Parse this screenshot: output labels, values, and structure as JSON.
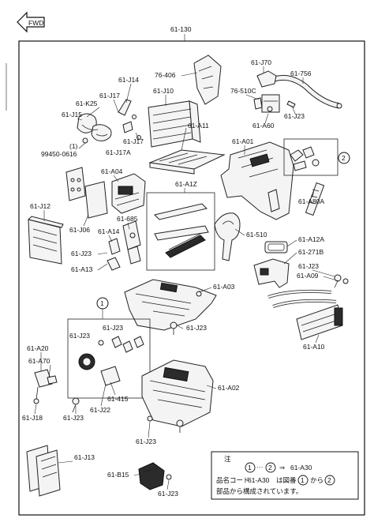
{
  "header": {
    "fwd_label": "FWD",
    "main_assembly": "61-130"
  },
  "labels": {
    "l_61j70": "61-J70",
    "l_61756": "61-756",
    "l_76406": "76-406",
    "l_61j14": "61-J14",
    "l_61j10": "61-J10",
    "l_61j17a": "61-J17",
    "l_61k25": "61-K25",
    "l_61j15": "61-J15",
    "l_61j17b": "61-J17",
    "l_61j17c": "61-J17A",
    "l_note1": "(1)",
    "l_99450": "99450-0616",
    "l_76510c": "76-510C",
    "l_61j23a": "61-J23",
    "l_61a60": "61-A60",
    "l_61a11": "61-A11",
    "l_61a01": "61-A01",
    "l_61a04": "61-A04",
    "l_61a1z": "61-A1Z",
    "l_61j12": "61-J12",
    "l_61685": "61-685",
    "l_61a80a": "61-A80A",
    "l_61j06": "61-J06",
    "l_61a14": "61-A14",
    "l_61510": "61-510",
    "l_61a12a": "61-A12A",
    "l_61j23b": "61-J23",
    "l_61271b": "61-271B",
    "l_61a13": "61-A13",
    "l_61j23c": "61-J23",
    "l_61a09": "61-A09",
    "l_61a03": "61-A03",
    "l_61j23d": "61-J23",
    "l_61j23e": "61-J23",
    "l_61j23f": "61-J23",
    "l_61a10": "61-A10",
    "l_61a20": "61-A20",
    "l_61a70": "61-A70",
    "l_61j18": "61-J18",
    "l_61j23g": "61-J23",
    "l_61j22": "61-J22",
    "l_61415": "61-415",
    "l_61a02": "61-A02",
    "l_61j23h": "61-J23",
    "l_61j13": "61-J13",
    "l_61b15": "61-B15",
    "l_61j23i": "61-J23",
    "l_circle1": "1",
    "l_circle2": "2"
  },
  "note": {
    "title": "注",
    "circle_from": "1",
    "range_sep": "···",
    "circle_to": "2",
    "arrow": "⇒",
    "target": "61-A30",
    "line2_a": "品名コード",
    "line2_code": "61-A30",
    "line2_b": "は図番",
    "line2_c": "から",
    "line3": "部品から構成されています。"
  }
}
